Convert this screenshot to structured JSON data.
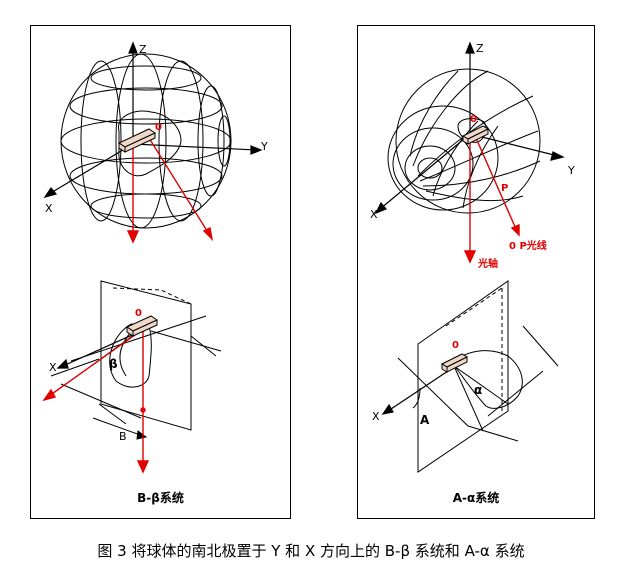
{
  "left_panel": {
    "caption": "B-β系统",
    "top_diagram": {
      "axis_z": "Z",
      "axis_y": "Y",
      "axis_x": "X",
      "origin": "0"
    },
    "bottom_diagram": {
      "axis_x": "X",
      "origin": "0",
      "angle": "β",
      "distance": "B"
    }
  },
  "right_panel": {
    "caption": "A-α系统",
    "top_diagram": {
      "axis_z": "Z",
      "axis_y": "Y",
      "axis_x": "X",
      "origin": "0",
      "point": "P",
      "ray_label": "0 P光线",
      "optical_axis": "光轴"
    },
    "bottom_diagram": {
      "axis_x": "X",
      "origin": "0",
      "angle": "α",
      "distance": "A"
    }
  },
  "figure_caption": "图 3 将球体的南北极置于 Y 和 X 方向上的 B-β 系统和 A-α 系统",
  "colors": {
    "red": "#e00000",
    "line": "#000000"
  }
}
